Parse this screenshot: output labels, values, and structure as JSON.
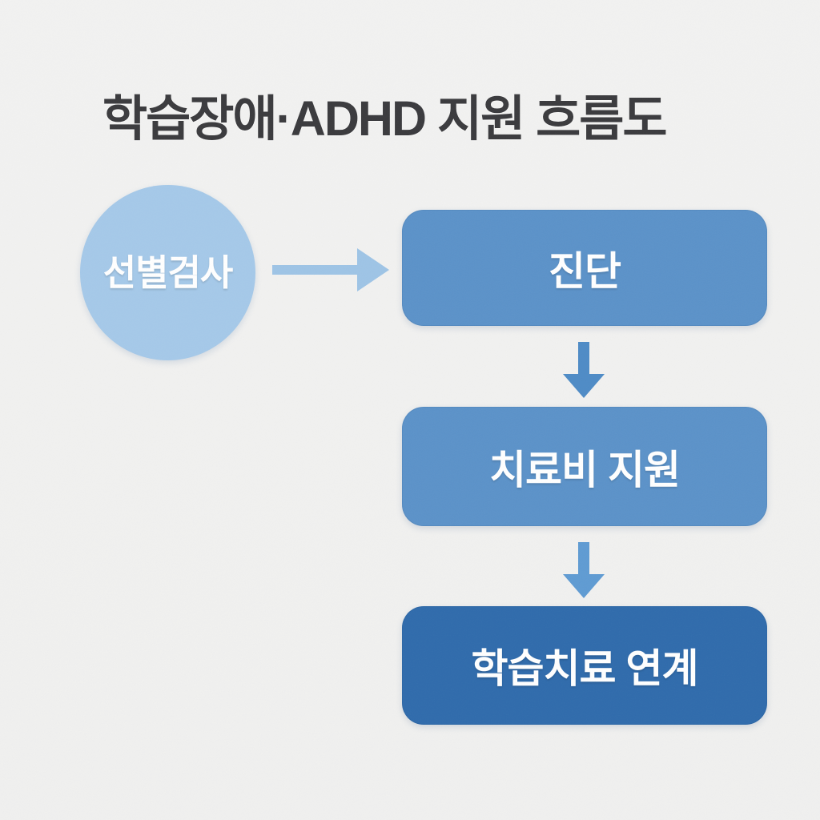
{
  "title": "학습장애·ADHD 지원 흐름도",
  "diagram_type": "flowchart",
  "nodes": [
    {
      "id": "screening-test",
      "label": "선별검사",
      "shape": "circle",
      "fill": "#A5C9E9",
      "text_color": "#FFFFFF"
    },
    {
      "id": "diagnosis",
      "label": "진단",
      "shape": "rounded-rect",
      "fill": "#5B92C9",
      "text_color": "#FFFFFF"
    },
    {
      "id": "treatment-cost-support",
      "label": "치료비 지원",
      "shape": "rounded-rect",
      "fill": "#5B92C9",
      "text_color": "#FFFFFF"
    },
    {
      "id": "learning-therapy-linkage",
      "label": "학습치료 연계",
      "shape": "rounded-rect",
      "fill": "#2F6BAC",
      "text_color": "#FFFFFF"
    }
  ],
  "connectors": [
    {
      "from": "screening-test",
      "to": "diagnosis",
      "direction": "right",
      "color": "#9EC4E6"
    },
    {
      "from": "diagnosis",
      "to": "treatment-cost-support",
      "direction": "down",
      "color": "#4E8BC6"
    },
    {
      "from": "treatment-cost-support",
      "to": "learning-therapy-linkage",
      "direction": "down",
      "color": "#5F9BD3"
    }
  ],
  "colors": {
    "background": "#F1F1F0",
    "title_text": "#3A3A3D",
    "node_text": "#FFFFFF"
  }
}
